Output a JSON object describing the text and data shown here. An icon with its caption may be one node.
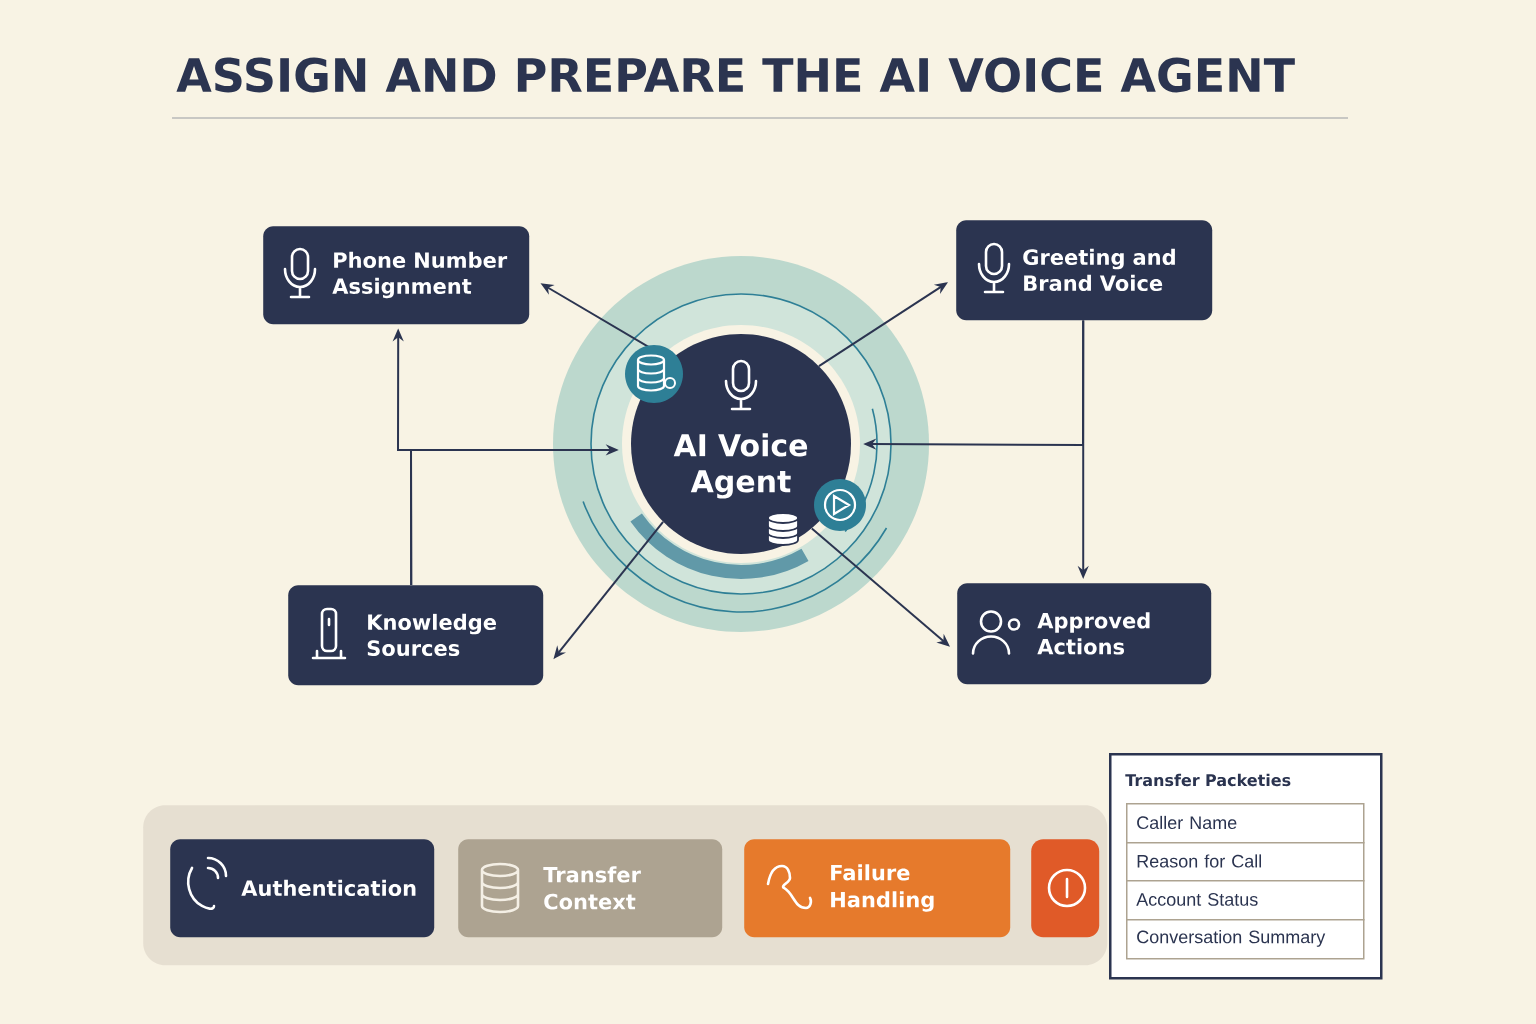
{
  "diagram": {
    "title": "ASSIGN AND PREPARE THE AI VOICE AGENT",
    "nodes": [
      {
        "text": [
          "Phone Number Assignment"
        ]
      },
      {
        "text": [
          "Greeting and Brand Voice"
        ]
      },
      {
        "text": [
          "AI Voice Agent"
        ]
      },
      {
        "text": [
          "Knowledge Sources"
        ]
      },
      {
        "text": [
          "Approved Actions"
        ]
      },
      {
        "text": [],
        "shape": "bar"
      },
      {
        "text": [
          "Authentication"
        ],
        "in": 5
      },
      {
        "text": [
          "Transfer Context"
        ],
        "in": 5
      },
      {
        "text": [
          "Failure Handling"
        ],
        "in": 5
      },
      {
        "text": [],
        "shape": "box",
        "in": 5
      },
      {
        "text": [
          "Transfer Packeties"
        ]
      },
      {
        "text": [
          "Caller Name"
        ],
        "in": 10
      },
      {
        "text": [
          "Reason for Call"
        ],
        "in": 10
      },
      {
        "text": [
          "Account Status"
        ],
        "in": 10
      },
      {
        "text": [
          "Conversation Summary"
        ],
        "in": 10
      }
    ],
    "edges": [
      {
        "from": 2,
        "to": 0,
        "arrow": "to"
      },
      {
        "from": 2,
        "to": 1,
        "arrow": "to"
      },
      {
        "from": 2,
        "to": 3,
        "arrow": "to"
      },
      {
        "from": 2,
        "to": 4,
        "arrow": "to"
      },
      {
        "from": 3,
        "to": 0,
        "arrow": "to"
      },
      {
        "from": 3,
        "to": 2,
        "arrow": "to"
      },
      {
        "from": 1,
        "to": 4,
        "arrow": "to"
      },
      {
        "from": 1,
        "to": 2,
        "arrow": "to"
      }
    ]
  }
}
